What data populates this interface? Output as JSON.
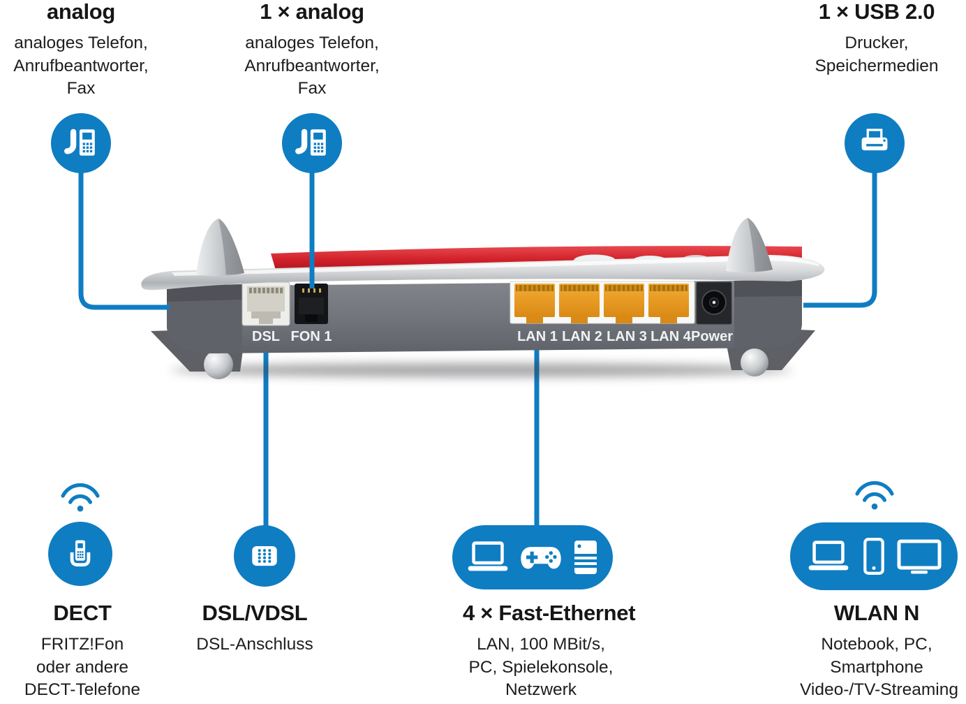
{
  "colors": {
    "accent_blue": "#0f7dc2",
    "router_red": "#d2222b",
    "router_gray": "#73757c",
    "port_orange": "#e89a1f",
    "text": "#1d1d1f"
  },
  "top_callouts": [
    {
      "title": "analog",
      "lines": [
        "analoges Telefon,",
        "Anrufbeantworter,",
        "Fax"
      ],
      "icon": "desk-phone-icon"
    },
    {
      "title": "1 × analog",
      "lines": [
        "analoges Telefon,",
        "Anrufbeantworter,",
        "Fax"
      ],
      "icon": "desk-phone-icon"
    },
    {
      "title": "1 × USB 2.0",
      "lines": [
        "Drucker,",
        "Speichermedien"
      ],
      "icon": "printer-icon"
    }
  ],
  "bottom_callouts": [
    {
      "title": "DECT",
      "lines": [
        "FRITZ!Fon",
        "oder andere",
        "DECT-Telefone"
      ],
      "icons": [
        "wifi-icon",
        "dect-handset-icon"
      ],
      "wireless": true
    },
    {
      "title": "DSL/VDSL",
      "lines": [
        "DSL-Anschluss"
      ],
      "icons": [
        "tae-socket-icon"
      ],
      "wireless": false
    },
    {
      "title": "4 × Fast-Ethernet",
      "lines": [
        "LAN, 100 MBit/s,",
        "PC, Spielekonsole,",
        "Netzwerk"
      ],
      "icons": [
        "laptop-icon",
        "gamepad-icon",
        "server-icon"
      ],
      "wireless": false
    },
    {
      "title": "WLAN N",
      "lines": [
        "Notebook, PC,",
        "Smartphone",
        "Video-/TV-Streaming"
      ],
      "icons": [
        "wifi-icon",
        "laptop-icon",
        "smartphone-icon",
        "tv-icon"
      ],
      "wireless": true
    }
  ],
  "router": {
    "ports": {
      "dsl": "DSL",
      "fon": "FON 1",
      "lan1": "LAN 1",
      "lan2": "LAN 2",
      "lan3": "LAN 3",
      "lan4": "LAN 4",
      "power": "Power"
    }
  }
}
